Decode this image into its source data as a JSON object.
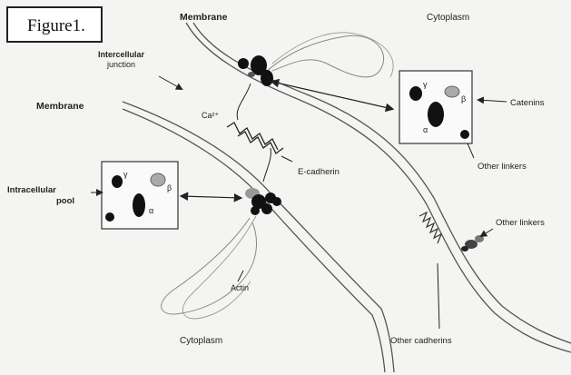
{
  "figure": {
    "title": "Figure1.",
    "labels": {
      "membrane_top": "Membrane",
      "membrane_left": "Membrane",
      "cytoplasm_top": "Cytoplasm",
      "cytoplasm_bottom": "Cytoplasm",
      "intercellular_junction_1": "Intercellular",
      "intercellular_junction_2": "junction",
      "calcium": "Ca²⁺",
      "e_cadherin": "E-cadherin",
      "catenins": "Catenins",
      "other_linkers": "Other linkers",
      "intracellular_pool_1": "Intracellular",
      "intracellular_pool_2": "pool",
      "other_linkers_2": "Other linkers",
      "actin": "Actin",
      "other_cadherins": "Other cadherins"
    },
    "box_right": {
      "gamma": "γ",
      "beta": "β",
      "alpha": "α"
    },
    "box_left": {
      "gamma": "γ",
      "beta": "β",
      "alpha": "α"
    }
  }
}
